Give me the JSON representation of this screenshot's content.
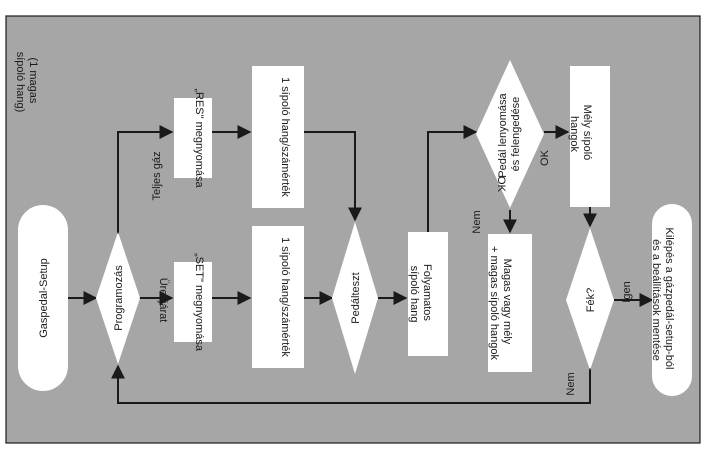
{
  "colors": {
    "frame_bg": "#a6a6a6",
    "node_fill": "#ffffff",
    "line": "#1a1a1a"
  },
  "nodes": {
    "start": "Gaspedal-Setup",
    "programming": "Programozás",
    "set_press": "„SET\" megnyomása",
    "res_press": "„RES\" megnyomása",
    "beep_counter_top": "1 sípoló hang/számérték",
    "beep_counter_bottom": "1 sípoló hang/számérték",
    "pedal_test": "Pedálteszt",
    "continuous_beep": [
      "Folyamatos",
      "sípoló hang"
    ],
    "pedal_press_release": [
      "Pedál lenyomása",
      "és felengedése"
    ],
    "low_beeps": [
      "Mély sípoló",
      "hangok"
    ],
    "high_or_low": [
      "Magas vagy mély",
      "+ magas sípoló hangok"
    ],
    "brake": "Fék?",
    "exit": [
      "Kilépés a gázpedál-setup-ból",
      "és a beállítások mentése"
    ]
  },
  "edge_labels": {
    "full_throttle": "Teljes gáz",
    "idle": "Üresjárat",
    "ok_top": "OK",
    "ok_right": "OK",
    "no_left": "Nem",
    "yes": "Igen",
    "no_bottom": "Nem"
  },
  "annotation": [
    "(1 magas",
    "sípoló hang)"
  ]
}
